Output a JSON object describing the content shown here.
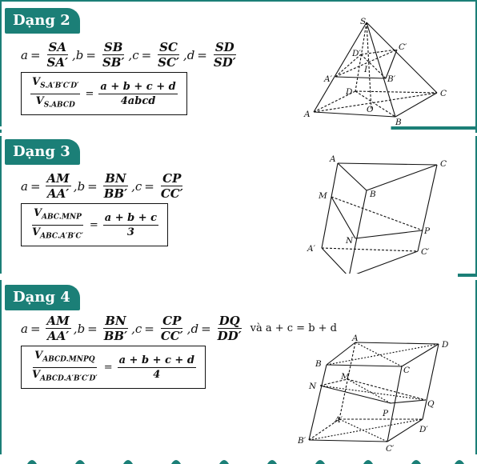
{
  "sections": [
    {
      "title": "Dạng 2",
      "ratios": [
        {
          "var": "a",
          "num": "SA",
          "den": "SA′",
          "sep": ","
        },
        {
          "var": "b",
          "num": "SB",
          "den": "SB′",
          "sep": ","
        },
        {
          "var": "c",
          "num": "SC",
          "den": "SC′",
          "sep": ","
        },
        {
          "var": "d",
          "num": "SD",
          "den": "SD′",
          "sep": ""
        }
      ],
      "extra": "",
      "box": {
        "num": "V",
        "num_sub": "S.A′B′C′D′",
        "den": "V",
        "den_sub": "S.ABCD",
        "rhs_num": "a + b + c + d",
        "rhs_den": "4abcd"
      },
      "labels": [
        "S",
        "D′",
        "C′",
        "I",
        "A′",
        "B′",
        "D",
        "C",
        "O",
        "A",
        "B"
      ]
    },
    {
      "title": "Dạng 3",
      "ratios": [
        {
          "var": "a",
          "num": "AM",
          "den": "AA′",
          "sep": ","
        },
        {
          "var": "b",
          "num": "BN",
          "den": "BB′",
          "sep": ","
        },
        {
          "var": "c",
          "num": "CP",
          "den": "CC′",
          "sep": ""
        }
      ],
      "extra": "",
      "box": {
        "num": "V",
        "num_sub": "ABC.MNP",
        "den": "V",
        "den_sub": "ABC.A′B′C′",
        "rhs_num": "a + b + c",
        "rhs_den": "3"
      },
      "labels": [
        "A",
        "C",
        "M",
        "B",
        "N",
        "P",
        "A′",
        "C′"
      ]
    },
    {
      "title": "Dạng 4",
      "ratios": [
        {
          "var": "a",
          "num": "AM",
          "den": "AA′",
          "sep": ","
        },
        {
          "var": "b",
          "num": "BN",
          "den": "BB′",
          "sep": ","
        },
        {
          "var": "c",
          "num": "CP",
          "den": "CC′",
          "sep": ","
        },
        {
          "var": "d",
          "num": "DQ",
          "den": "DD′",
          "sep": ""
        }
      ],
      "extra": "và a + c = b + d",
      "box": {
        "num": "V",
        "num_sub": "ABCD.MNPQ",
        "den": "V",
        "den_sub": "ABCD.A′B′C′D′",
        "rhs_num": "a + b + c + d",
        "rhs_den": "4"
      },
      "labels": [
        "A",
        "D",
        "B",
        "C",
        "M",
        "N",
        "Q",
        "A′",
        "P",
        "D′",
        "B′",
        "C′"
      ]
    }
  ],
  "colors": {
    "accent": "#1b7f77"
  }
}
